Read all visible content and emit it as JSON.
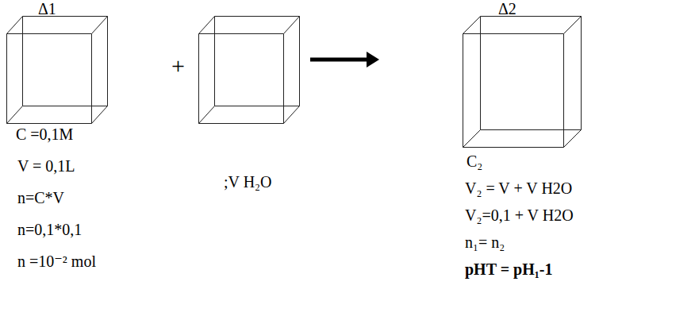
{
  "diagram": {
    "nodes": [
      {
        "text": [
          "Δ1",
          "C =0,1M",
          "V = 0,1L",
          "n=C*V",
          "n=0,1*0,1",
          "n =10⁻² mol"
        ]
      },
      {
        "text": [
          ";V H₂O"
        ]
      },
      {
        "text": [
          "Δ2",
          "C₂",
          "V₂ = V + V H2O",
          "V₂=0,1 + V H2O",
          "n₁= n₂",
          "pHT = pH₁-1"
        ]
      }
    ],
    "edges": [
      {
        "from": 1,
        "to": 2,
        "arrow": "to"
      }
    ],
    "labels": [
      "+"
    ]
  }
}
